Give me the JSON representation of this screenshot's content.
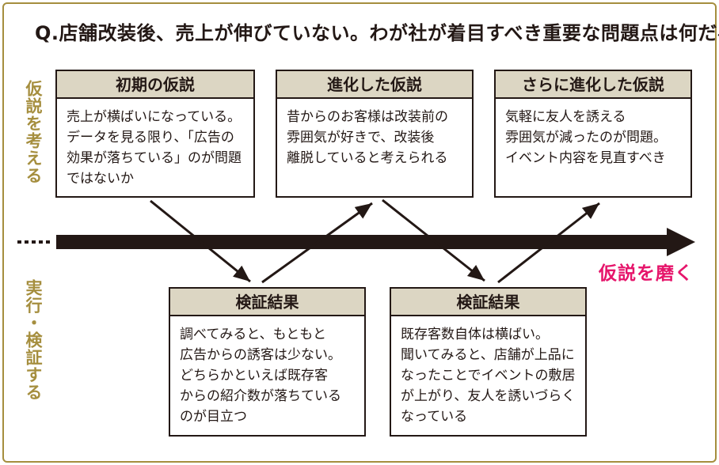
{
  "title": "Q.店舗改装後、売上が伸びていない。わが社が着目すべき重要な問題点は何だろうか？",
  "axis": {
    "left_top_label": "仮説を考える",
    "left_bottom_label": "実行・検証する",
    "polish_label": "仮説を磨く"
  },
  "boxes": [
    {
      "header": "初期の仮説",
      "body": "売上が横ばいになっている。\nデータを見る限り、「広告の\n効果が落ちている」のが問題\nではないか"
    },
    {
      "header": "進化した仮説",
      "body": "昔からのお客様は改装前の\n雰囲気が好きで、改装後\n離脱していると考えられる"
    },
    {
      "header": "さらに進化した仮説",
      "body": "気軽に友人を誘える\n雰囲気が減ったのが問題。\nイベント内容を見直すべき"
    },
    {
      "header": "検証結果",
      "body": "調べてみると、もともと\n広告からの誘客は少ない。\nどちらかといえば既存客\nからの紹介数が落ちている\nのが目立つ"
    },
    {
      "header": "検証結果",
      "body": "既存客数自体は横ばい。\n聞いてみると、店舗が上品に\nなったことでイベントの敷居\nが上がり、友人を誘いづらく\nなっている"
    }
  ],
  "colors": {
    "ink": "#231815",
    "gold_accent": "#a58e3e",
    "header_beige": "#dcd6c3",
    "polish_pink": "#e6156b",
    "background": "#ffffff"
  }
}
